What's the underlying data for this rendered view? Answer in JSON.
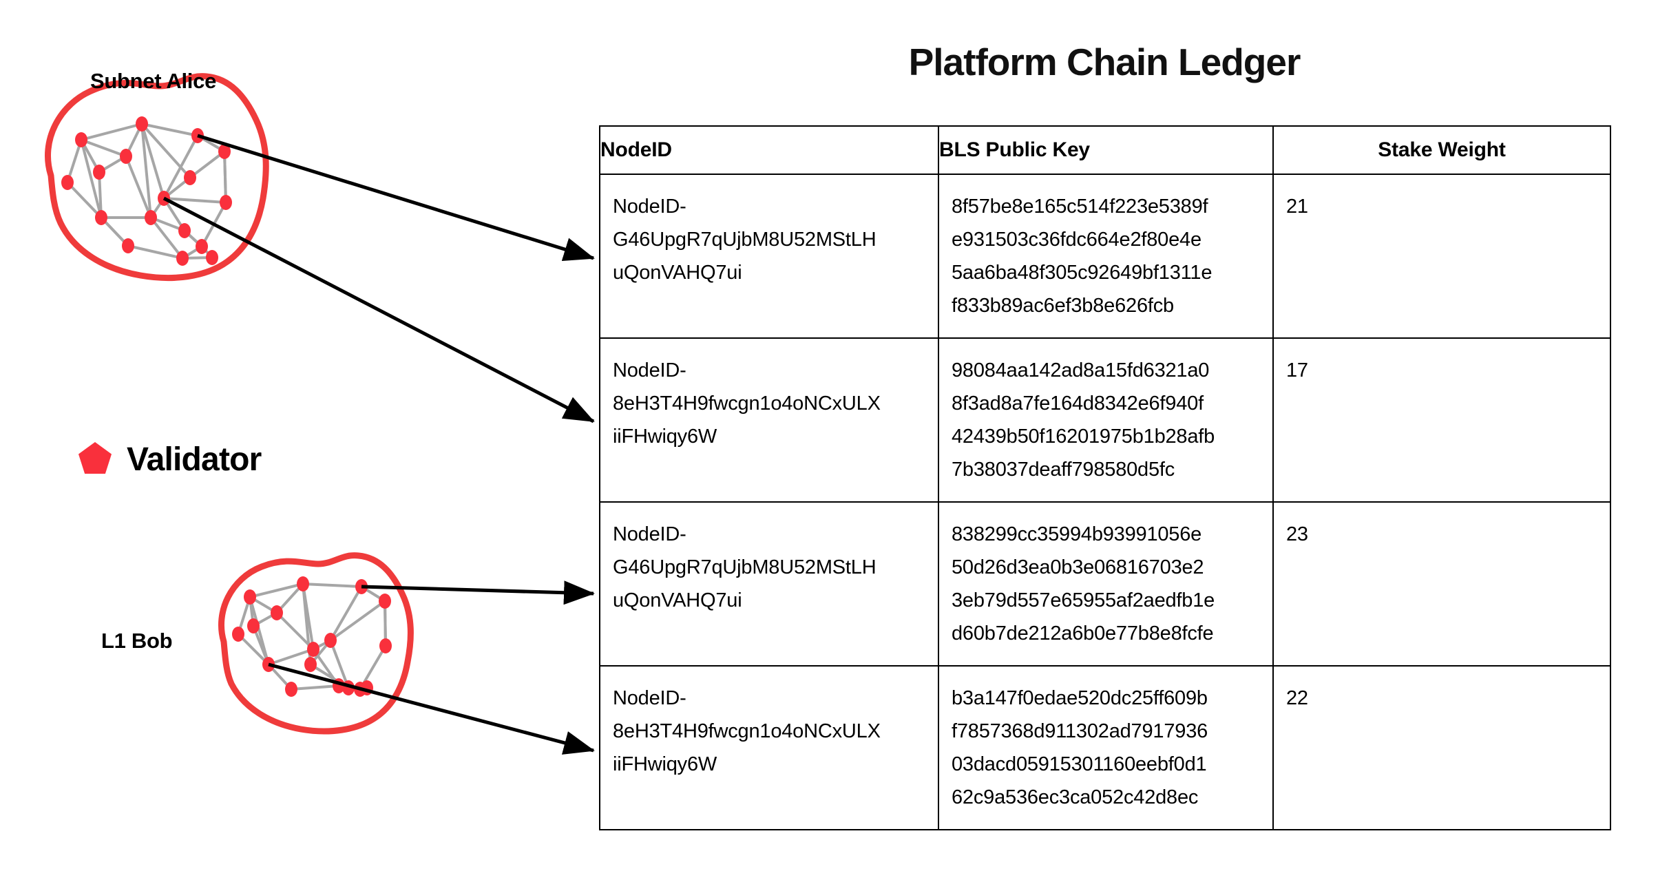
{
  "diagram": {
    "subnet_alice_label": "Subnet Alice",
    "l1_bob_label": "L1 Bob",
    "legend": {
      "validator_label": "Validator",
      "validator_shape": "pentagon"
    },
    "colors": {
      "validator_red": "#F9303C",
      "blob_outline_red": "#EF3B3B",
      "graph_edge_gray": "#A6A6A6",
      "arrow_black": "#000000"
    },
    "arrows": [
      {
        "from": "subnet-alice-node-top-right",
        "to": "ledger-row-1"
      },
      {
        "from": "subnet-alice-node-center",
        "to": "ledger-row-2"
      },
      {
        "from": "l1-bob-node-top-left",
        "to": "ledger-row-3"
      },
      {
        "from": "l1-bob-node-mid-left",
        "to": "ledger-row-4"
      }
    ]
  },
  "ledger": {
    "title": "Platform Chain Ledger",
    "columns": [
      "NodeID",
      "BLS Public Key",
      "Stake Weight"
    ],
    "rows": [
      {
        "node_id_lines": [
          "NodeID-",
          "G46UpgR7qUjbM8U52MStLH",
          "uQonVAHQ7ui"
        ],
        "bls_lines": [
          "8f57be8e165c514f223e5389f",
          "e931503c36fdc664e2f80e4e",
          "5aa6ba48f305c92649bf1311e",
          "f833b89ac6ef3b8e626fcb"
        ],
        "stake_weight": "21"
      },
      {
        "node_id_lines": [
          "NodeID-",
          "8eH3T4H9fwcgn1o4oNCxULX",
          "iiFHwiqy6W"
        ],
        "bls_lines": [
          "98084aa142ad8a15fd6321a0",
          "8f3ad8a7fe164d8342e6f940f",
          "42439b50f16201975b1b28afb",
          "7b38037deaff798580d5fc"
        ],
        "stake_weight": "17"
      },
      {
        "node_id_lines": [
          "NodeID-",
          "G46UpgR7qUjbM8U52MStLH",
          "uQonVAHQ7ui"
        ],
        "bls_lines": [
          "838299cc35994b93991056e",
          "50d26d3ea0b3e06816703e2",
          "3eb79d557e65955af2aedfb1e",
          "d60b7de212a6b0e77b8e8fcfe"
        ],
        "stake_weight": "23"
      },
      {
        "node_id_lines": [
          "NodeID-",
          "8eH3T4H9fwcgn1o4oNCxULX",
          "iiFHwiqy6W"
        ],
        "bls_lines": [
          "b3a147f0edae520dc25ff609b",
          "f7857368d911302ad7917936",
          "03dacd05915301160eebf0d1",
          "62c9a536ec3ca052c42d8ec"
        ],
        "stake_weight": "22"
      }
    ]
  }
}
